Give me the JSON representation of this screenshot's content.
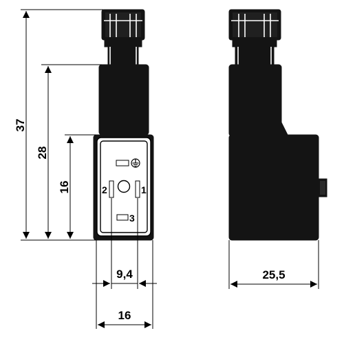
{
  "dimensions": {
    "height_total": "37",
    "height_mid": "28",
    "height_face": "16",
    "pin_spacing": "9,4",
    "width_front": "16",
    "width_side": "25,5"
  },
  "pin_labels": {
    "pin1": "1",
    "pin2": "2",
    "pin3": "3"
  },
  "icons": {
    "ground": "ground-symbol-icon",
    "arrow": "arrowhead"
  }
}
